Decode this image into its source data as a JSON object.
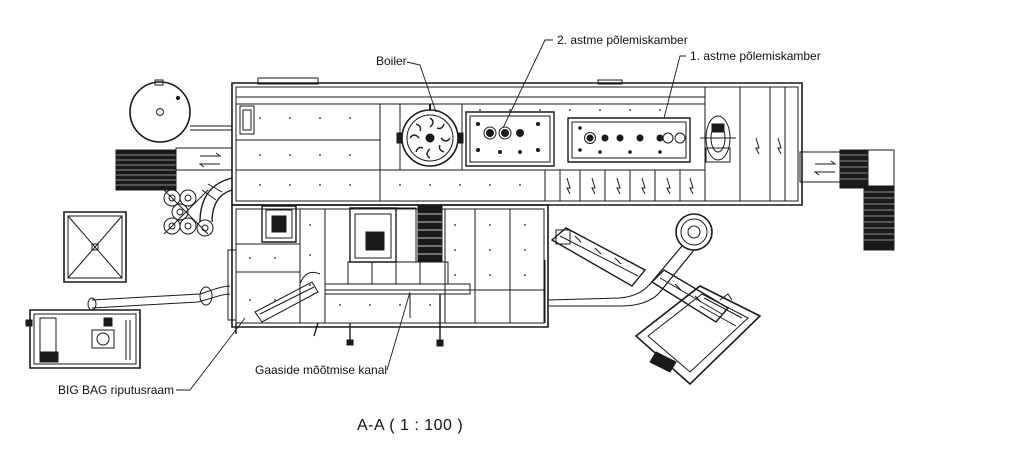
{
  "labels": {
    "boiler": "Boiler",
    "stage2": "2. astme põlemiskamber",
    "stage1": "1. astme põlemiskamber",
    "bigbag": "BIG BAG riputusraam",
    "gas_channel": "Gaaside mõõtmise kanal"
  },
  "caption": "A-A ( 1 : 100 )",
  "colors": {
    "line": "#1a1a1a",
    "fill_dark": "#1a1a1a",
    "fill_light": "#ffffff"
  }
}
